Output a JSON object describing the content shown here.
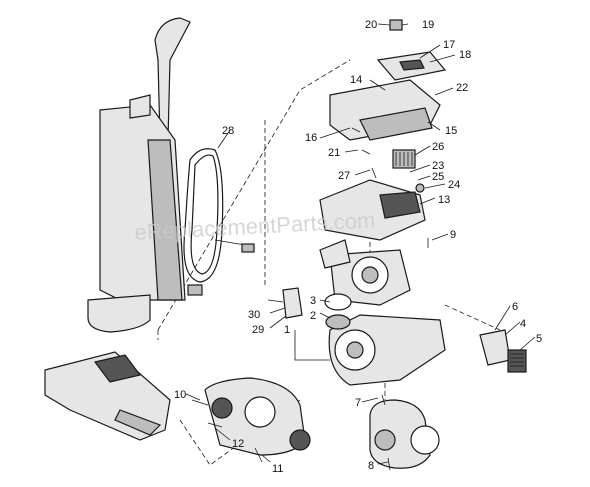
{
  "watermark": "eReplacementParts.com",
  "callouts": [
    "1",
    "2",
    "3",
    "4",
    "5",
    "6",
    "7",
    "8",
    "9",
    "10",
    "11",
    "12",
    "13",
    "14",
    "15",
    "16",
    "17",
    "18",
    "19",
    "20",
    "21",
    "22",
    "23",
    "24",
    "25",
    "26",
    "27",
    "28",
    "29",
    "30"
  ],
  "colors": {
    "line": "#1a1a1a",
    "fill_light": "#e6e6e6",
    "fill_mid": "#bdbdbd",
    "fill_dark": "#555555",
    "background": "#ffffff"
  }
}
